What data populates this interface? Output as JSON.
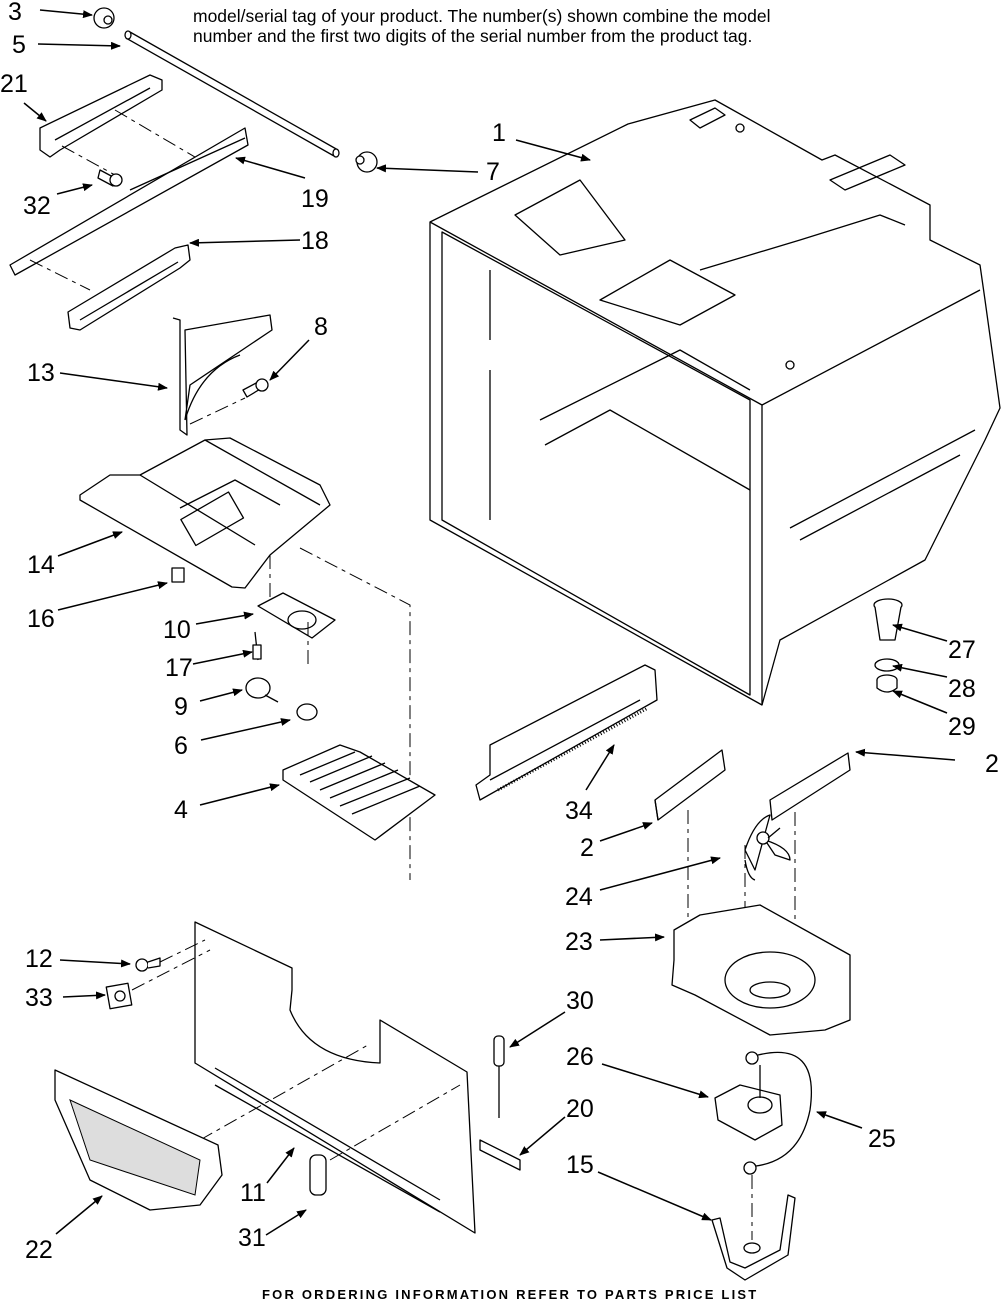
{
  "header": {
    "line1": "model/serial tag of your product. The number(s) shown combine the model",
    "line2": "number and the first two digits of the serial number from the product tag."
  },
  "footer": {
    "text": "FOR ORDERING INFORMATION REFER TO PARTS PRICE LIST"
  },
  "callouts": [
    {
      "id": "c3",
      "label": "3"
    },
    {
      "id": "c5",
      "label": "5"
    },
    {
      "id": "c21",
      "label": "21"
    },
    {
      "id": "c32",
      "label": "32"
    },
    {
      "id": "c19",
      "label": "19"
    },
    {
      "id": "c18",
      "label": "18"
    },
    {
      "id": "c7",
      "label": "7"
    },
    {
      "id": "c1",
      "label": "1"
    },
    {
      "id": "c13",
      "label": "13"
    },
    {
      "id": "c8",
      "label": "8"
    },
    {
      "id": "c14",
      "label": "14"
    },
    {
      "id": "c16",
      "label": "16"
    },
    {
      "id": "c10",
      "label": "10"
    },
    {
      "id": "c17",
      "label": "17"
    },
    {
      "id": "c9",
      "label": "9"
    },
    {
      "id": "c6",
      "label": "6"
    },
    {
      "id": "c4",
      "label": "4"
    },
    {
      "id": "c34",
      "label": "34"
    },
    {
      "id": "c27",
      "label": "27"
    },
    {
      "id": "c28",
      "label": "28"
    },
    {
      "id": "c29",
      "label": "29"
    },
    {
      "id": "c2a",
      "label": "2"
    },
    {
      "id": "c2b",
      "label": "2"
    },
    {
      "id": "c24",
      "label": "24"
    },
    {
      "id": "c23",
      "label": "23"
    },
    {
      "id": "c12",
      "label": "12"
    },
    {
      "id": "c33",
      "label": "33"
    },
    {
      "id": "c30",
      "label": "30"
    },
    {
      "id": "c26",
      "label": "26"
    },
    {
      "id": "c20",
      "label": "20"
    },
    {
      "id": "c25",
      "label": "25"
    },
    {
      "id": "c15",
      "label": "15"
    },
    {
      "id": "c11",
      "label": "11"
    },
    {
      "id": "c22",
      "label": "22"
    },
    {
      "id": "c31",
      "label": "31"
    }
  ]
}
